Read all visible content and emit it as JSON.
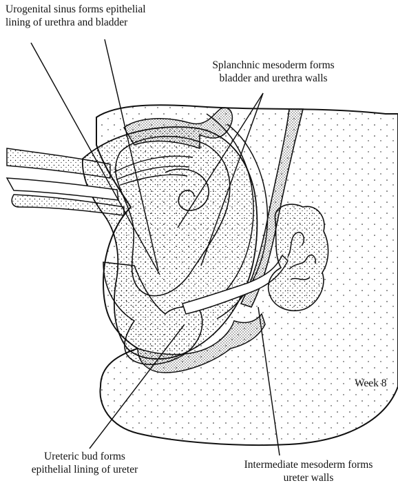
{
  "figure": {
    "labels": {
      "urogenital_line1": "Urogenital sinus forms epithelial",
      "urogenital_line2": "lining of urethra and bladder",
      "splanchnic_line1": "Splanchnic mesoderm forms",
      "splanchnic_line2": "bladder and urethra walls",
      "week": "Week 8",
      "ureteric_line1": "Ureteric bud forms",
      "ureteric_line2": "epithelial lining of ureter",
      "intermediate_line1": "Intermediate mesoderm forms",
      "intermediate_line2": "ureter walls"
    },
    "colors": {
      "ink": "#111111",
      "paper": "#ffffff"
    }
  }
}
